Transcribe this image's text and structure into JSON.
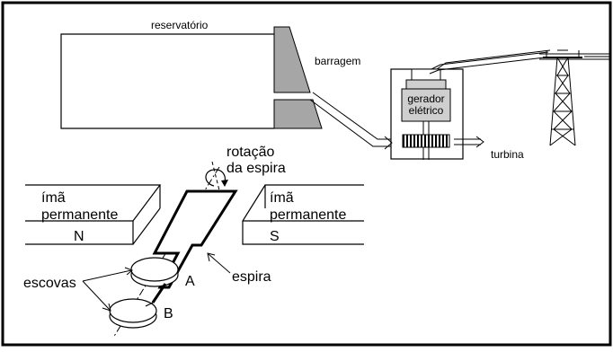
{
  "labels": {
    "reservatorio": "reservatório",
    "barragem": "barragem",
    "gerador_line1": "gerador",
    "gerador_line2": "elétrico",
    "turbina": "turbina",
    "rotacao_line1": "rotação",
    "rotacao_line2": "da espira",
    "ima_left_line1": "ímã",
    "ima_left_line2": "permanente",
    "pole_n": "N",
    "ima_right_line1": "ímã",
    "ima_right_line2": "permanente",
    "pole_s": "S",
    "espira": "espira",
    "escovas": "escovas",
    "ring_a": "A",
    "ring_b": "B"
  }
}
